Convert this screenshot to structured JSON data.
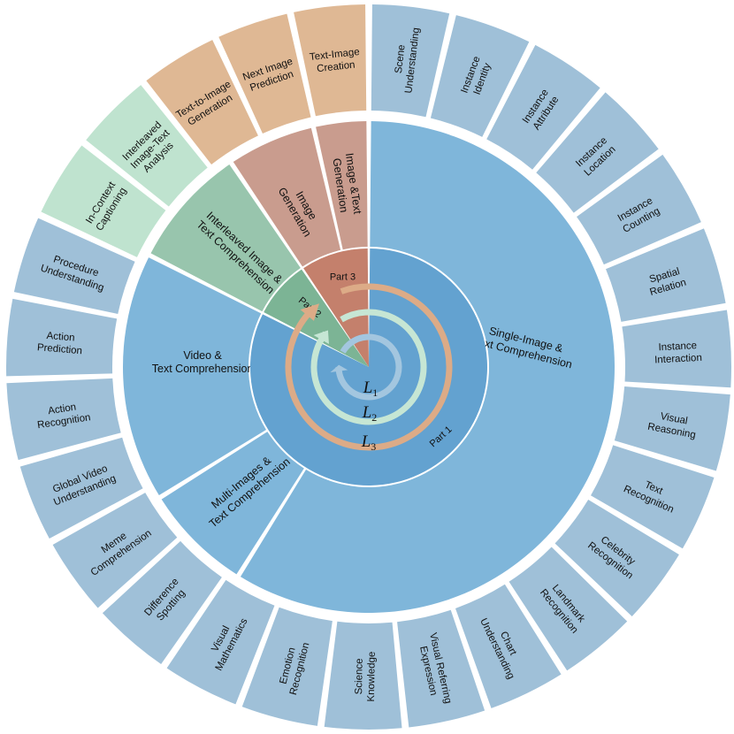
{
  "colors": {
    "blue_outer": "#9fc0d8",
    "blue_mid": "#7fb6da",
    "blue_inner": "#63a2d0",
    "green_outer": "#bfe3cf",
    "green_mid": "#98c5ad",
    "green_inner": "#7cb495",
    "red_outer": "#dfb894",
    "red_mid": "#c99c8e",
    "red_inner": "#c4806c",
    "ring_orange": "#dcab87",
    "ring_green": "#c6e6d4",
    "ring_blue": "#a3c6df"
  },
  "parts": [
    {
      "label": "Part 1",
      "color_key": "blue"
    },
    {
      "label": "Part 2",
      "color_key": "green"
    },
    {
      "label": "Part 3",
      "color_key": "red"
    }
  ],
  "middle_segments": [
    {
      "label": "Single-Image &\nText Comprehension",
      "part": 1
    },
    {
      "label": "Multi-Images &\nText Comprehension",
      "part": 1
    },
    {
      "label": "Video &\nText Comprehension",
      "part": 1
    },
    {
      "label": "Interleaved Image &\nText Comprehension",
      "part": 2
    },
    {
      "label": "Image\nGeneration",
      "part": 3
    },
    {
      "label": "Image &Text\nGeneration",
      "part": 3
    }
  ],
  "outer_segments": [
    {
      "label": "Scene\nUnderstanding",
      "part": 1
    },
    {
      "label": "Instance\nIdentity",
      "part": 1
    },
    {
      "label": "Instance\nAttribute",
      "part": 1
    },
    {
      "label": "Instance\nLocation",
      "part": 1
    },
    {
      "label": "Instance\nCounting",
      "part": 1
    },
    {
      "label": "Spatial\nRelation",
      "part": 1
    },
    {
      "label": "Instance\nInteraction",
      "part": 1
    },
    {
      "label": "Visual\nReasoning",
      "part": 1
    },
    {
      "label": "Text\nRecognition",
      "part": 1
    },
    {
      "label": "Celebrity\nRecognition",
      "part": 1
    },
    {
      "label": "Landmark\nRecognition",
      "part": 1
    },
    {
      "label": "Chart\nUnderstanding",
      "part": 1
    },
    {
      "label": "Visual Referring\nExpression",
      "part": 1
    },
    {
      "label": "Science\nKnowledge",
      "part": 1
    },
    {
      "label": "Emotion\nRecognition",
      "part": 1
    },
    {
      "label": "Visual\nMathematics",
      "part": 1
    },
    {
      "label": "Difference\nSpotting",
      "part": 1
    },
    {
      "label": "Meme\nComprehension",
      "part": 1
    },
    {
      "label": "Global Video\nUnderstanding",
      "part": 1
    },
    {
      "label": "Action\nRecognition",
      "part": 1
    },
    {
      "label": "Action\nPrediction",
      "part": 1
    },
    {
      "label": "Procedure\nUnderstanding",
      "part": 1
    },
    {
      "label": "In-Context\nCaptioning",
      "part": 2
    },
    {
      "label": "Interleaved\nImage-Text\nAnalysis",
      "part": 2
    },
    {
      "label": "Text-to-Image\nGeneration",
      "part": 3
    },
    {
      "label": "Next Image\nPrediction",
      "part": 3
    },
    {
      "label": "Text-Image\nCreation",
      "part": 3
    }
  ],
  "levels": [
    {
      "base": "L",
      "sub": "1"
    },
    {
      "base": "L",
      "sub": "2"
    },
    {
      "base": "L",
      "sub": "3"
    }
  ]
}
